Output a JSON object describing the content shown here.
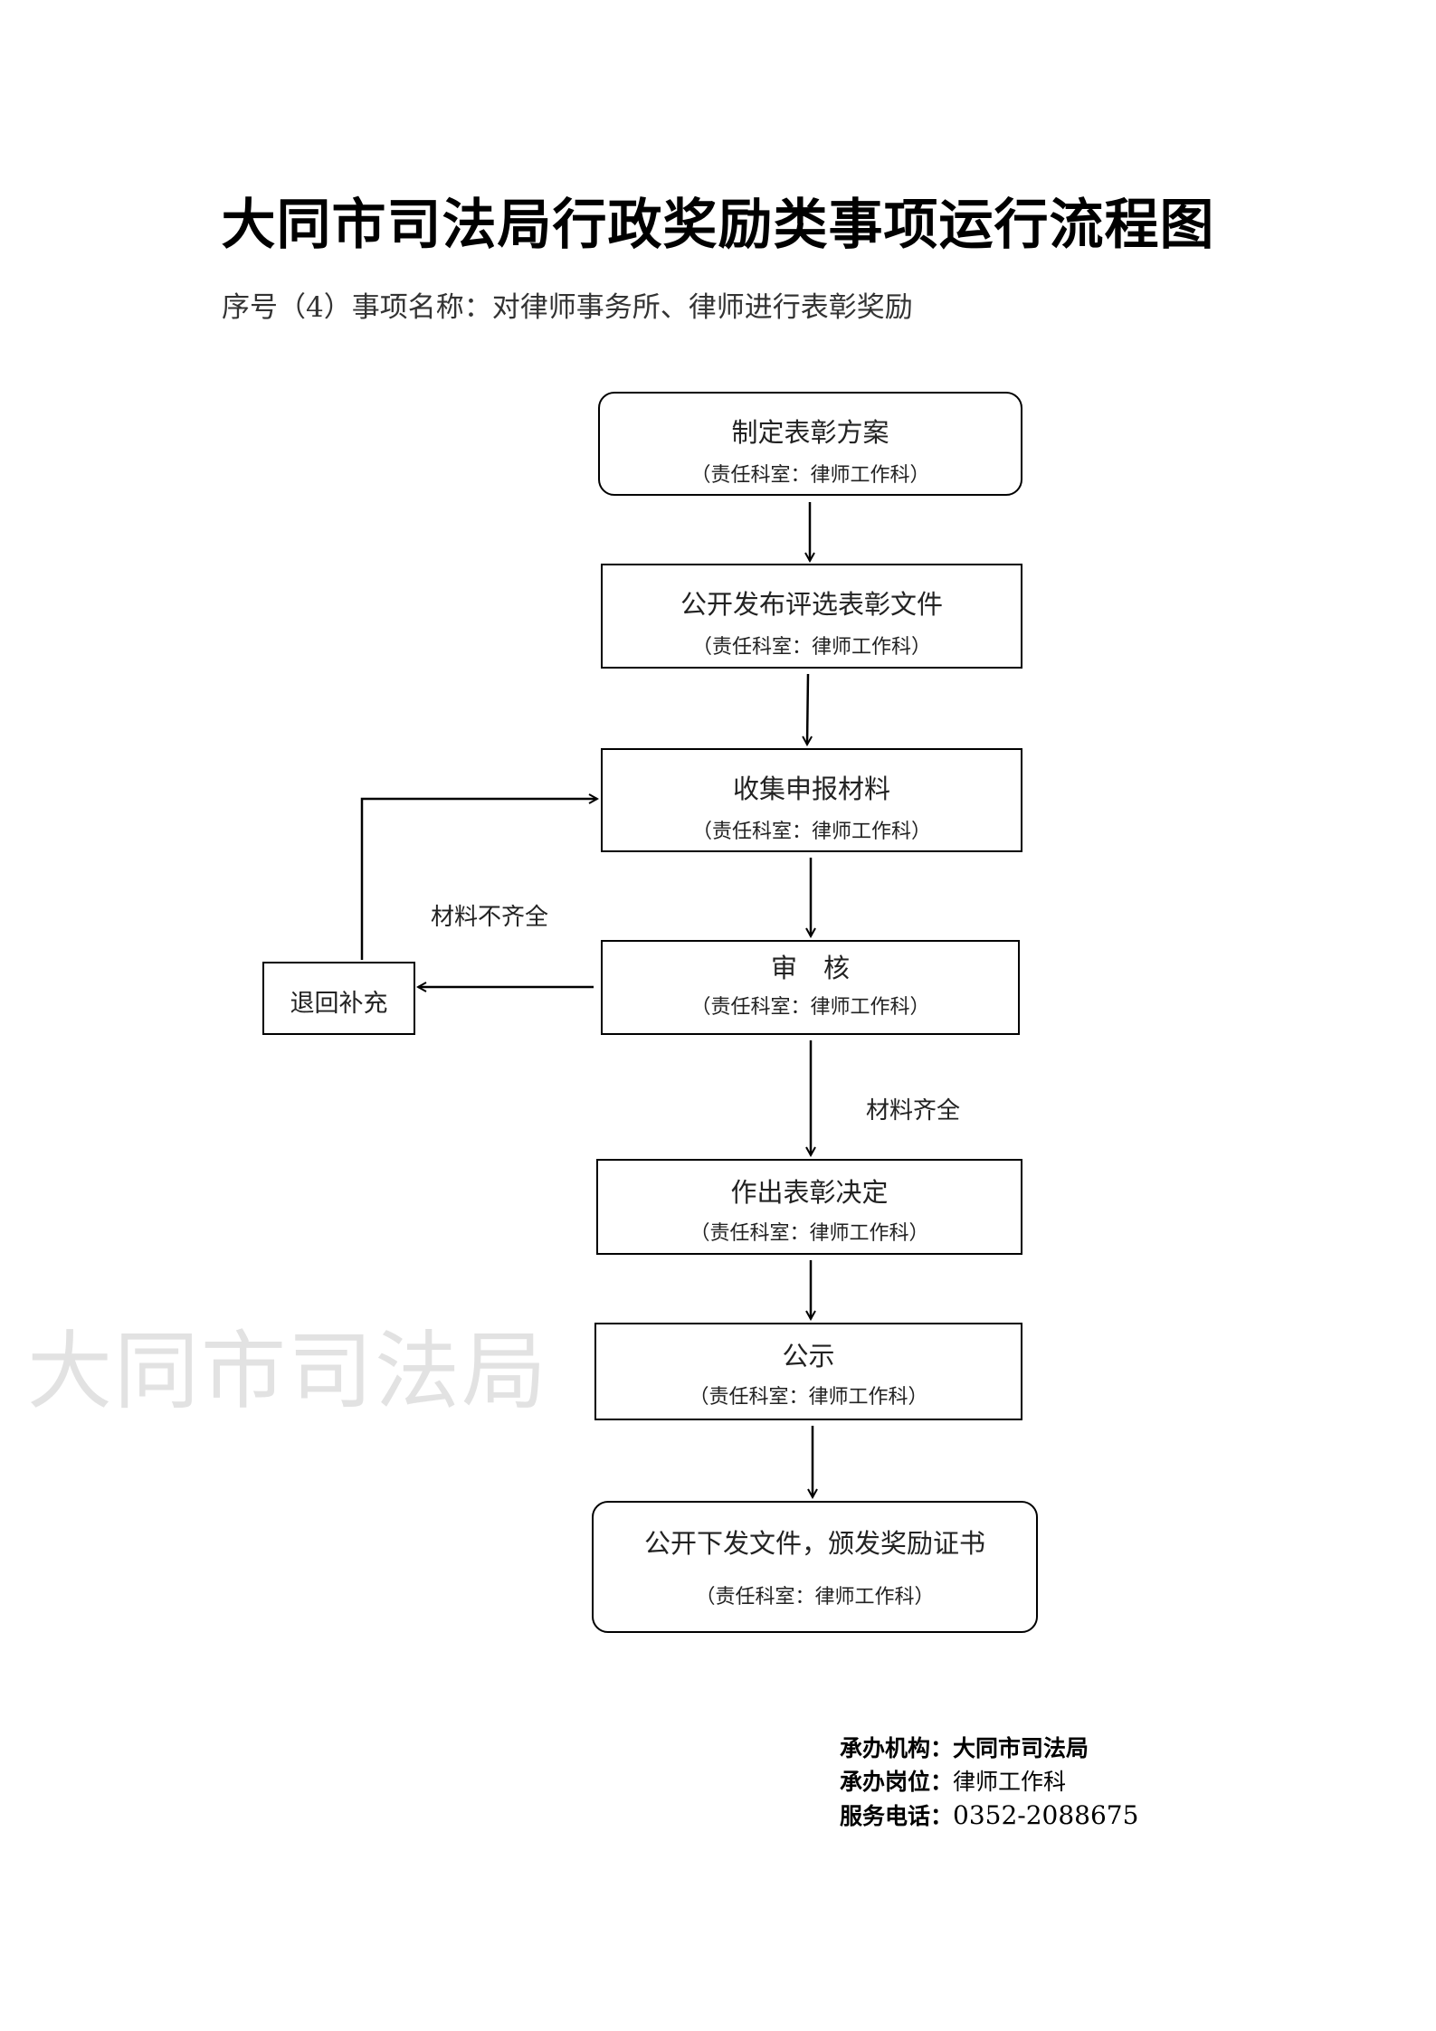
{
  "title": "大同市司法局行政奖励类事项运行流程图",
  "subtitle": "序号（4）事项名称：对律师事务所、律师进行表彰奖励",
  "watermark": "大同市司法局",
  "steps": [
    {
      "title": "制定表彰方案",
      "responsible": "（责任科室：律师工作科）"
    },
    {
      "title": "公开发布评选表彰文件",
      "responsible": "（责任科室：律师工作科）"
    },
    {
      "title": "收集申报材料",
      "responsible": "（责任科室：律师工作科）"
    },
    {
      "title": "审　核",
      "responsible": "（责任科室：律师工作科）"
    },
    {
      "title": "作出表彰决定",
      "responsible": "（责任科室：律师工作科）"
    },
    {
      "title": "公示",
      "responsible": "（责任科室：律师工作科）"
    },
    {
      "title": "公开下发文件，颁发奖励证书",
      "responsible": "（责任科室：律师工作科）"
    }
  ],
  "return_box": "退回补充",
  "labels": {
    "incomplete": "材料不齐全",
    "complete": "材料齐全"
  },
  "footer": {
    "org_label": "承办机构：",
    "org": "大同市司法局",
    "post_label": "承办岗位：",
    "post": "律师工作科",
    "phone_label": "服务电话：",
    "phone": "0352-2088675"
  }
}
